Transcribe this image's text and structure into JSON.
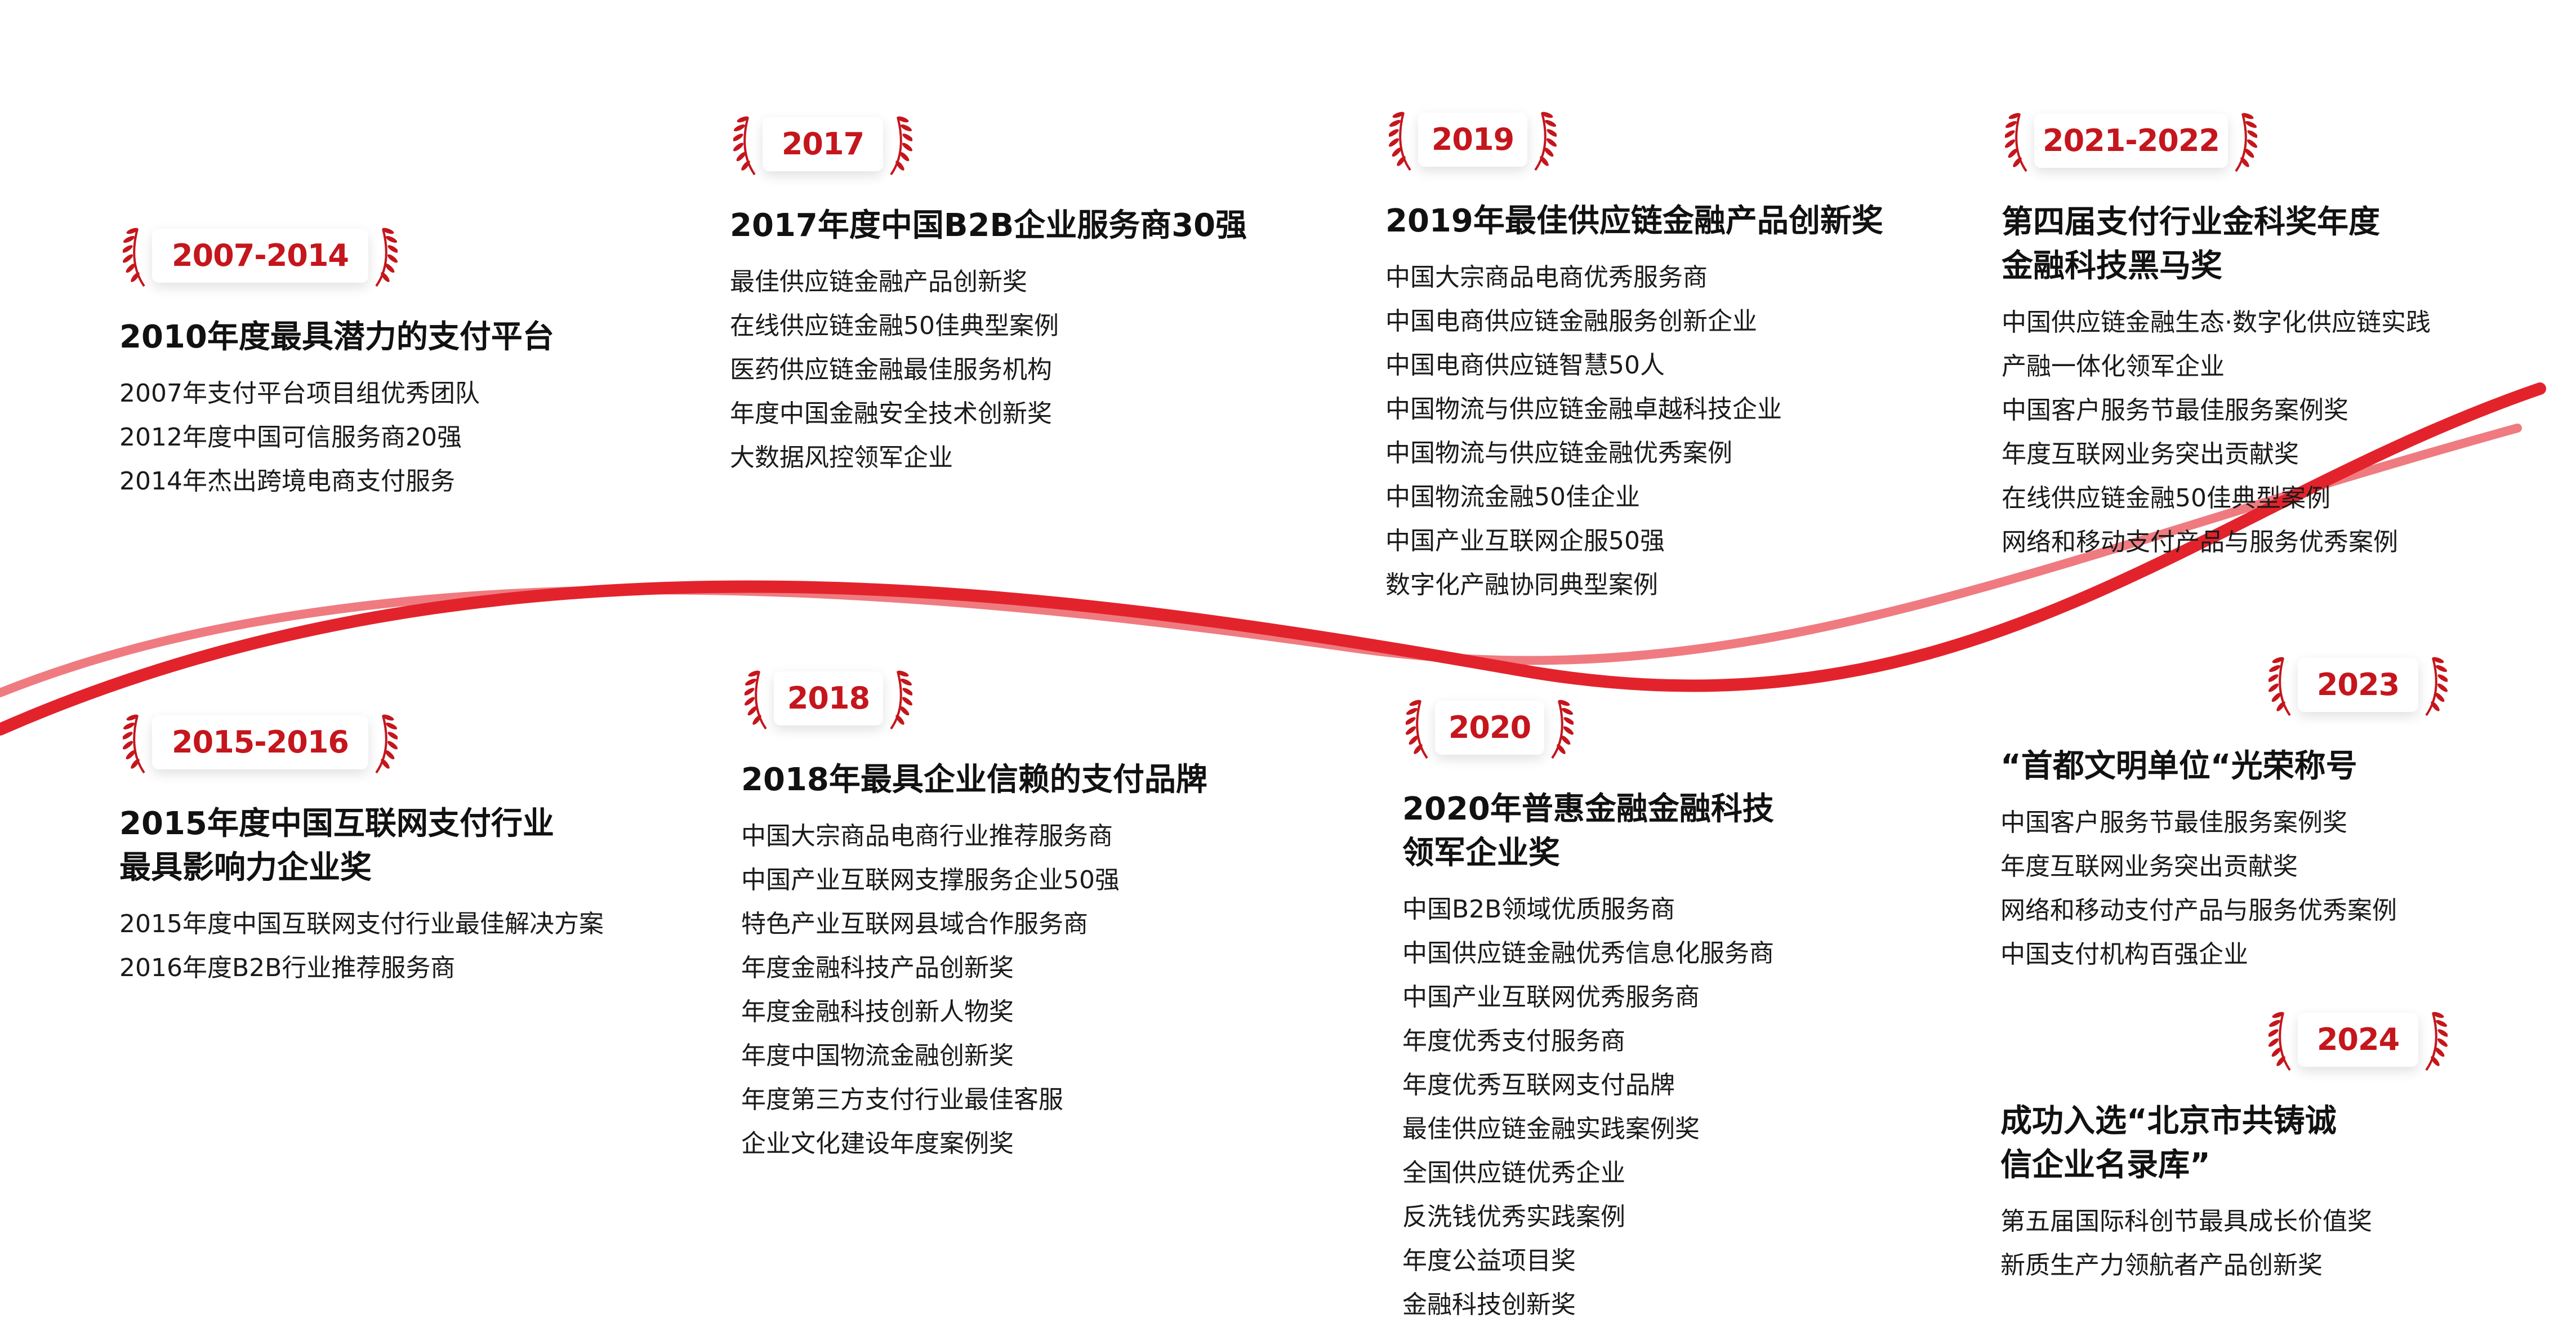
{
  "colors": {
    "accent": "#c4161c",
    "wave_dark": "#e3232c",
    "wave_light": "#ef7b80"
  },
  "milestones": [
    {
      "year": "2007-2014",
      "title": [
        "2010年度最具潜力的支付平台"
      ],
      "items": [
        "2007年支付平台项目组优秀团队",
        "2012年度中国可信服务商20强",
        "2014年杰出跨境电商支付服务"
      ]
    },
    {
      "year": "2017",
      "title": [
        "2017年度中国B2B企业服务商30强"
      ],
      "items": [
        "最佳供应链金融产品创新奖",
        "在线供应链金融50佳典型案例",
        "医药供应链金融最佳服务机构",
        "年度中国金融安全技术创新奖",
        "大数据风控领军企业"
      ]
    },
    {
      "year": "2019",
      "title": [
        "2019年最佳供应链金融产品创新奖"
      ],
      "items": [
        "中国大宗商品电商优秀服务商",
        "中国电商供应链金融服务创新企业",
        "中国电商供应链智慧50人",
        "中国物流与供应链金融卓越科技企业",
        "中国物流与供应链金融优秀案例",
        "中国物流金融50佳企业",
        "中国产业互联网企服50强",
        "数字化产融协同典型案例"
      ]
    },
    {
      "year": "2021-2022",
      "title": [
        "第四届支付行业金科奖年度",
        "金融科技黑马奖"
      ],
      "items": [
        "中国供应链金融生态·数字化供应链实践",
        "产融一体化领军企业",
        "中国客户服务节最佳服务案例奖",
        "年度互联网业务突出贡献奖",
        "在线供应链金融50佳典型案例",
        "网络和移动支付产品与服务优秀案例"
      ]
    },
    {
      "year": "2015-2016",
      "title": [
        "2015年度中国互联网支付行业",
        "最具影响力企业奖"
      ],
      "items": [
        "2015年度中国互联网支付行业最佳解决方案",
        "2016年度B2B行业推荐服务商"
      ]
    },
    {
      "year": "2018",
      "title": [
        "2018年最具企业信赖的支付品牌"
      ],
      "items": [
        "中国大宗商品电商行业推荐服务商",
        "中国产业互联网支撑服务企业50强",
        "特色产业互联网县域合作服务商",
        "年度金融科技产品创新奖",
        "年度金融科技创新人物奖",
        "年度中国物流金融创新奖",
        "年度第三方支付行业最佳客服",
        "企业文化建设年度案例奖"
      ]
    },
    {
      "year": "2020",
      "title": [
        "2020年普惠金融金融科技",
        "领军企业奖"
      ],
      "items": [
        "中国B2B领域优质服务商",
        "中国供应链金融优秀信息化服务商",
        "中国产业互联网优秀服务商",
        "年度优秀支付服务商",
        "年度优秀互联网支付品牌",
        "最佳供应链金融实践案例奖",
        "全国供应链优秀企业",
        "反洗钱优秀实践案例",
        "年度公益项目奖",
        "金融科技创新奖"
      ]
    },
    {
      "year": "2023",
      "title": [
        "“首都文明单位“光荣称号"
      ],
      "items": [
        "中国客户服务节最佳服务案例奖",
        "年度互联网业务突出贡献奖",
        "网络和移动支付产品与服务优秀案例",
        "中国支付机构百强企业"
      ]
    },
    {
      "year": "2024",
      "title": [
        "成功入选“北京市共铸诚",
        "信企业名录库”"
      ],
      "items": [
        "第五届国际科创节最具成长价值奖",
        "新质生产力领航者产品创新奖"
      ]
    }
  ]
}
